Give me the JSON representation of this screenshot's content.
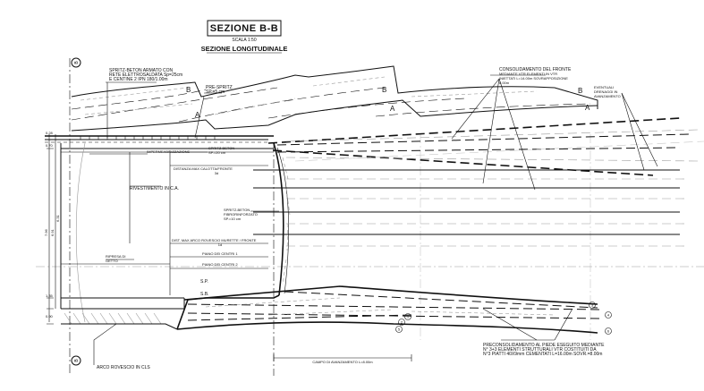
{
  "drawing": {
    "title": "SEZIONE B-B",
    "scale": "SCALA 1:50",
    "subtitle": "SEZIONE LONGITUDINALE",
    "section_mark": "B"
  },
  "annotations": {
    "spritz_beton_armato_line1": "SPRITZ-BETON ARMATO CON",
    "spritz_beton_armato_line2": "RETE ELETTROSALDATA Sp=25cm",
    "spritz_beton_armato_line3": "E CENTINE 2 IPN 180/1.00m",
    "pre_spritz_line1": "PRE-SPRITZ",
    "pre_spritz_line2": "SP.=5 cm",
    "consolidamento_fronte_line1": "CONSOLIDAMENTO DEL FRONTE",
    "consolidamento_fronte_line2": "MEDIANTE VTR ELEMENTI IN VTR",
    "consolidamento_fronte_line3": "INIETTATI L=14.00m SOVRAPPOSIZIONE",
    "consolidamento_fronte_line4": "6.00m",
    "drenaggi_line1": "EVENTUALI",
    "drenaggi_line2": "DRENAGGI IN",
    "drenaggi_line3": "AVANZAMENTO",
    "impermeabilizzazione": "IMPERMEABILIZZAZIONE",
    "spritz_beton_sp20_line1": "SPRITZ-BETON",
    "spritz_beton_sp20_line2": "SP.=20 cm",
    "distanza_calotta_line1": "DISTANZA MAX CALOTTA/FRONTE",
    "distanza_calotta_line2": "3d",
    "rivestimento": "RIVESTIMENTO IN C.A.",
    "spritz_fibro_line1": "SPRITZ-BETON",
    "spritz_fibro_line2": "FIBRORINFORZATO",
    "spritz_fibro_line3": "SP.=10 cm",
    "dist_arco_line1": "DIST. MAX ARCO ROVESCIO MURETTE / FRONTE",
    "dist_arco_line2": "1d",
    "piano_centri_1": "PIANO DEI CENTRI 1",
    "piano_centri_2": "PIANO DEI CENTRI 2",
    "ripresa_getto_line1": "RIPRESA DI",
    "ripresa_getto_line2": "GETTO",
    "sp_label": "S.P.",
    "sb_label": "S.B.",
    "arco_rovescio": "ARCO ROVESCIO IN CLS",
    "campo_avanzamento": "CAMPO DI AVANZAMENTO L=8.00m",
    "preconsolidamento_line1": "PRECONSOLIDAMENTO AL PIEDE ESEGUITO MEDIANTE",
    "preconsolidamento_line2": "N° 3+3 ELEMENTI STRUTTURALI VTR COSTITUITI DA",
    "preconsolidamento_line3": "N°3 PIATTI 40X9mm CEMENTATI L=16.00m SOVR.=8.00m"
  },
  "zone_marks": {
    "b1": "B",
    "b2": "B",
    "b3": "B",
    "a1": "A",
    "a2": "A",
    "a3": "A"
  },
  "circle_marks": {
    "c1": "1",
    "c2": "2",
    "c3": "3",
    "c4": "4",
    "c5": "5",
    "c6": "6"
  },
  "dimensions": {
    "d1": "0.28",
    "d2": "0.70",
    "d3": "6.31",
    "d4": "7.96",
    "d5": "6.91",
    "d6": "1.35",
    "d7": "0.90"
  }
}
